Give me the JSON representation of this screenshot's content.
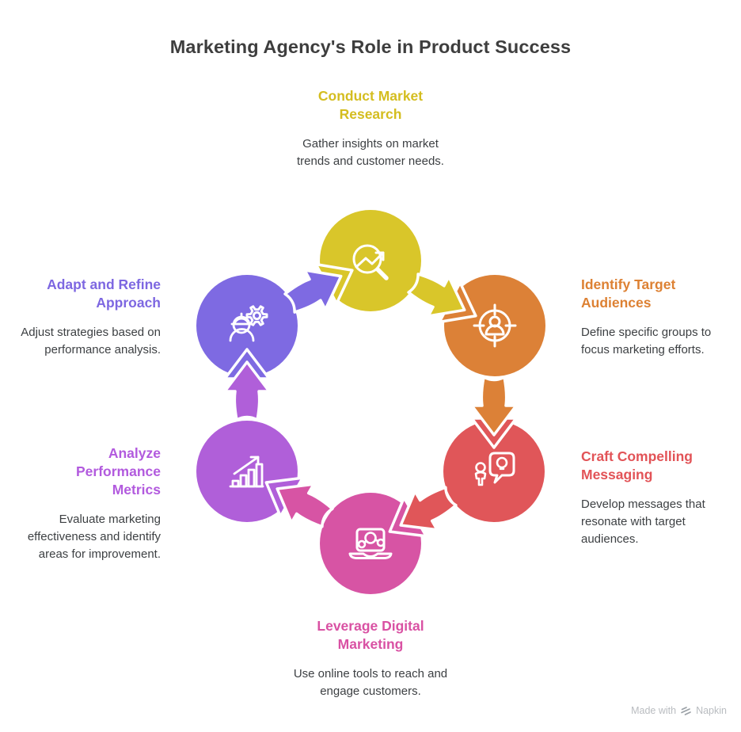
{
  "title": "Marketing Agency's Role in Product Success",
  "steps": [
    {
      "key": "conduct-market-research",
      "heading": "Conduct Market Research",
      "description": "Gather insights on market trends and customer needs.",
      "color": "#d4bd1f",
      "circle_color": "#d9c62a",
      "icon": "magnifier-trend-icon"
    },
    {
      "key": "identify-target-audiences",
      "heading": "Identify Target Audiences",
      "description": "Define specific groups to focus marketing efforts.",
      "color": "#dd8133",
      "circle_color": "#dc8137",
      "icon": "person-target-icon"
    },
    {
      "key": "craft-compelling-messaging",
      "heading": "Craft Compelling Messaging",
      "description": "Develop messages that resonate with target audiences.",
      "color": "#e25357",
      "circle_color": "#e05659",
      "icon": "speech-lightbulb-icon"
    },
    {
      "key": "leverage-digital-marketing",
      "heading": "Leverage Digital Marketing",
      "description": "Use online tools to reach and engage customers.",
      "color": "#d951a3",
      "circle_color": "#d754a4",
      "icon": "laptop-share-icon"
    },
    {
      "key": "analyze-performance-metrics",
      "heading": "Analyze Performance Metrics",
      "description": "Evaluate marketing effectiveness and identify areas for improvement.",
      "color": "#b25ade",
      "circle_color": "#b05fd9",
      "icon": "growth-chart-icon"
    },
    {
      "key": "adapt-and-refine-approach",
      "heading": "Adapt and Refine Approach",
      "description": "Adjust strategies based on performance analysis.",
      "color": "#7d67e1",
      "circle_color": "#7e6ae2",
      "icon": "engineer-gear-icon"
    }
  ],
  "watermark": {
    "prefix": "Made with",
    "brand": "Napkin",
    "icon": "napkin-logo-icon"
  }
}
